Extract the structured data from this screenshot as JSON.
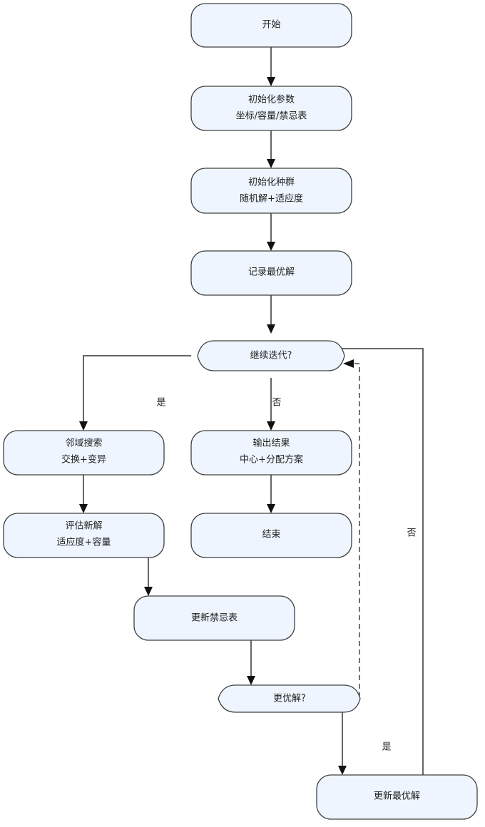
{
  "nodes": {
    "start": {
      "lines": [
        "开始"
      ]
    },
    "init_params": {
      "lines": [
        "初始化参数",
        "坐标/容量/禁忌表"
      ]
    },
    "init_population": {
      "lines": [
        "初始化种群",
        "随机解+适应度"
      ]
    },
    "record_best": {
      "lines": [
        "记录最优解"
      ]
    },
    "continue_iter": {
      "lines": [
        "继续迭代?"
      ]
    },
    "neighbor_search": {
      "lines": [
        "邻域搜索",
        "交换+变异"
      ]
    },
    "output_result": {
      "lines": [
        "输出结果",
        "中心+分配方案"
      ]
    },
    "evaluate_new": {
      "lines": [
        "评估新解",
        "适应度+容量"
      ]
    },
    "end": {
      "lines": [
        "结束"
      ]
    },
    "update_tabu": {
      "lines": [
        "更新禁忌表"
      ]
    },
    "better_solution": {
      "lines": [
        "更优解?"
      ]
    },
    "update_best": {
      "lines": [
        "更新最优解"
      ]
    }
  },
  "edge_labels": {
    "continue_yes": "是",
    "continue_no": "否",
    "better_yes": "是",
    "better_no": "否"
  },
  "colors": {
    "node_fill": "#eef5fe",
    "node_stroke": "#404040",
    "edge": "#333333"
  }
}
